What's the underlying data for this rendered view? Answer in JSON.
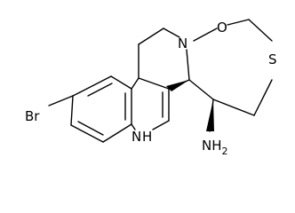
{
  "molecule": {
    "atoms": {
      "N_ring": "N",
      "O_ring": "O",
      "S_ring": "S",
      "NH_indole": "N",
      "H_indole": "H",
      "NH2_amine": "NH",
      "NH2_sub": "2",
      "Br": "Br"
    },
    "colors": {
      "bond": "#000000",
      "label": "#000000",
      "background": "#ffffff"
    }
  }
}
